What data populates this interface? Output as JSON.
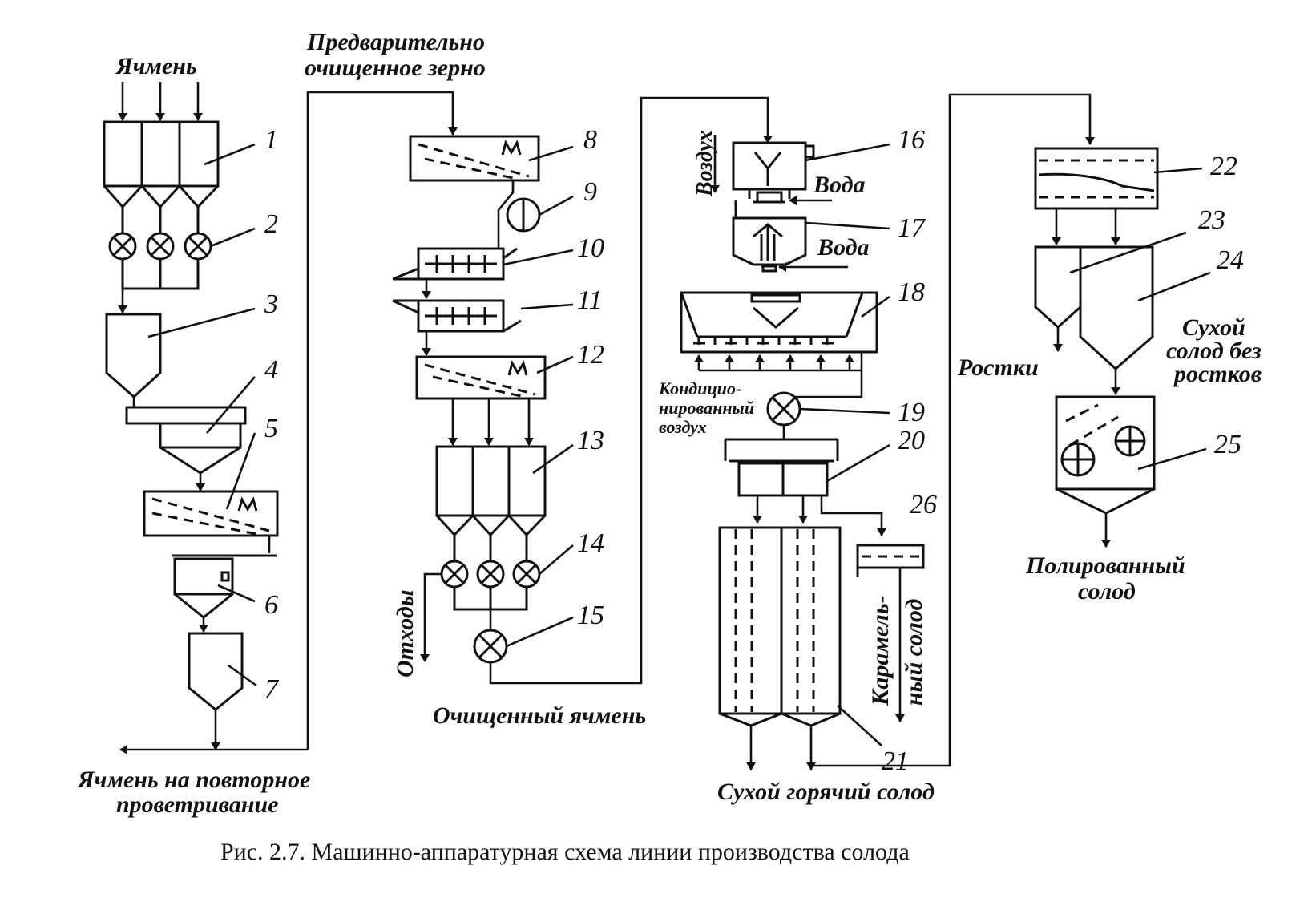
{
  "labels": {
    "barley_in": "Ячмень",
    "precleaned_1": "Предварительно",
    "precleaned_2": "очищенное зерно",
    "air": "Воздух",
    "water1": "Вода",
    "water2": "Вода",
    "cond_1": "Кондицио-",
    "cond_2": "нированный",
    "cond_3": "воздух",
    "sprouts": "Ростки",
    "dry_malt_1": "Сухой",
    "dry_malt_2": "солод без",
    "dry_malt_3": "ростков",
    "waste": "Отходы",
    "cleaned_barley": "Очищенный ячмень",
    "caramel_1": "Карамель-",
    "caramel_2": "ный солод",
    "polished_1": "Полированный",
    "polished_2": "солод",
    "reair_1": "Ячмень на повторное",
    "reair_2": "проветривание",
    "hot_malt": "Сухой горячий солод"
  },
  "numbers": [
    "1",
    "2",
    "3",
    "4",
    "5",
    "6",
    "7",
    "8",
    "9",
    "10",
    "11",
    "12",
    "13",
    "14",
    "15",
    "16",
    "17",
    "18",
    "19",
    "20",
    "21",
    "22",
    "23",
    "24",
    "25",
    "26"
  ],
  "caption": "Рис. 2.7. Машинно-аппаратурная схема линии производства солода"
}
